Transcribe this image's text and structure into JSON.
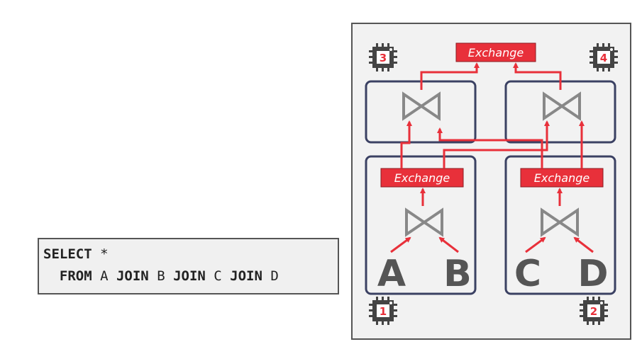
{
  "query": {
    "line1": {
      "kw": "SELECT",
      "rest": " *"
    },
    "line2": [
      {
        "kw": "FROM",
        "rest": " A "
      },
      {
        "kw": "JOIN",
        "rest": " B "
      },
      {
        "kw": "JOIN",
        "rest": " C "
      },
      {
        "kw": "JOIN",
        "rest": " D"
      }
    ]
  },
  "cores": [
    "1",
    "2",
    "3",
    "4"
  ],
  "exchange_label": "Exchange",
  "tables": [
    "A",
    "B",
    "C",
    "D"
  ],
  "join_symbol": "⋈",
  "colors": {
    "exchange_fill": "#e8303a",
    "arrow": "#e8303a",
    "box_border": "#3b4163",
    "panel_fill": "#f2f2f2",
    "panel_border": "#555555",
    "chip": "#444444"
  }
}
